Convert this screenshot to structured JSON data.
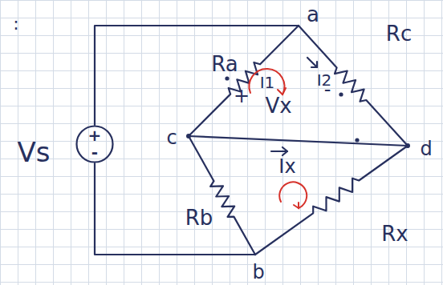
{
  "diagram": {
    "nodes": [
      {
        "text": [
          "+",
          "-"
        ]
      }
    ],
    "labels": [
      ":",
      "Vs",
      "a",
      "Ra",
      "Rc",
      "I1",
      "I2",
      "+",
      "Vx",
      "-",
      "c",
      "d",
      "Ix",
      "Rb",
      "Rx",
      "b"
    ]
  }
}
